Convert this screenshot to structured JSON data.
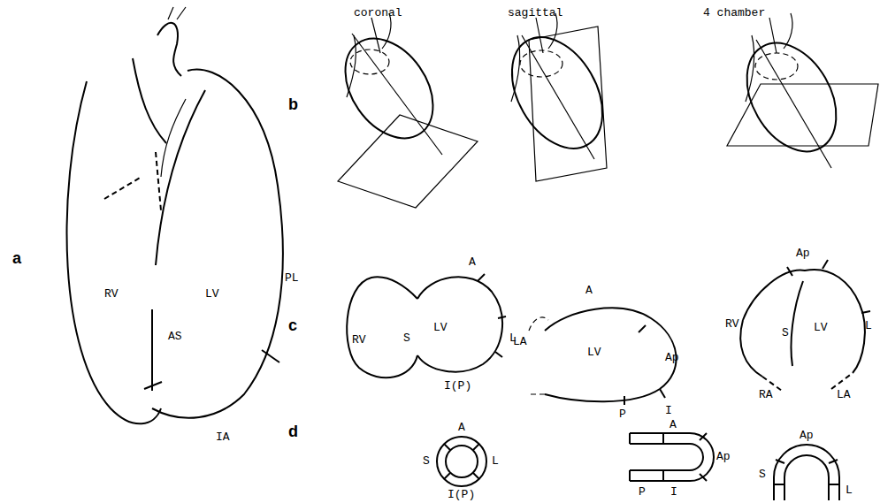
{
  "diagram": {
    "labels": [
      "coronal",
      "sagittal",
      "4 chamber",
      "a",
      "b",
      "c",
      "d",
      "RV",
      "AS",
      "LV",
      "PL",
      "IA",
      "A",
      "RV",
      "S",
      "LV",
      "L",
      "I(P)",
      "A",
      "LA",
      "LV",
      "Ap",
      "P",
      "I",
      "Ap",
      "RV",
      "S",
      "LV",
      "L",
      "RA",
      "LA",
      "A",
      "S",
      "L",
      "I(P)",
      "A",
      "Ap",
      "P",
      "I",
      "Ap",
      "S",
      "L"
    ]
  }
}
